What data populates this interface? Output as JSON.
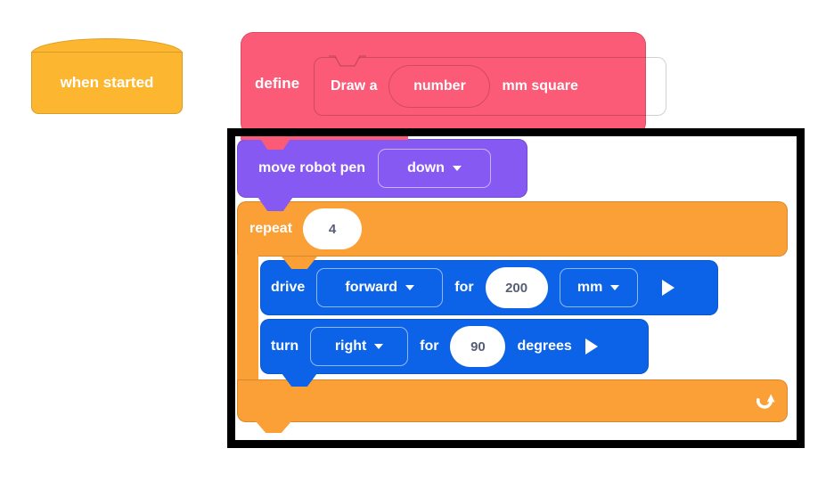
{
  "colors": {
    "hat": "#FDB62F",
    "define": "#FC5B77",
    "pen": "#8659F2",
    "control": "#FB9F37",
    "drive": "#0D63E8",
    "frame": "#000000",
    "input_text": "#575E75"
  },
  "icons": {
    "dropdown_caret": "caret-down-triangle",
    "run": "play-triangle",
    "loop": "loop-arrow"
  },
  "blocks": {
    "when_started": {
      "label": "when started"
    },
    "define": {
      "keyword": "define",
      "proto_part1": "Draw a",
      "param_name": "number",
      "proto_part2": "mm square"
    },
    "move_pen": {
      "label": "move robot pen",
      "position": "down"
    },
    "repeat": {
      "label": "repeat",
      "count": "4"
    },
    "drive": {
      "label": "drive",
      "direction": "forward",
      "for_label": "for",
      "distance": "200",
      "unit": "mm"
    },
    "turn": {
      "label": "turn",
      "direction": "right",
      "for_label": "for",
      "angle": "90",
      "unit_label": "degrees"
    }
  }
}
